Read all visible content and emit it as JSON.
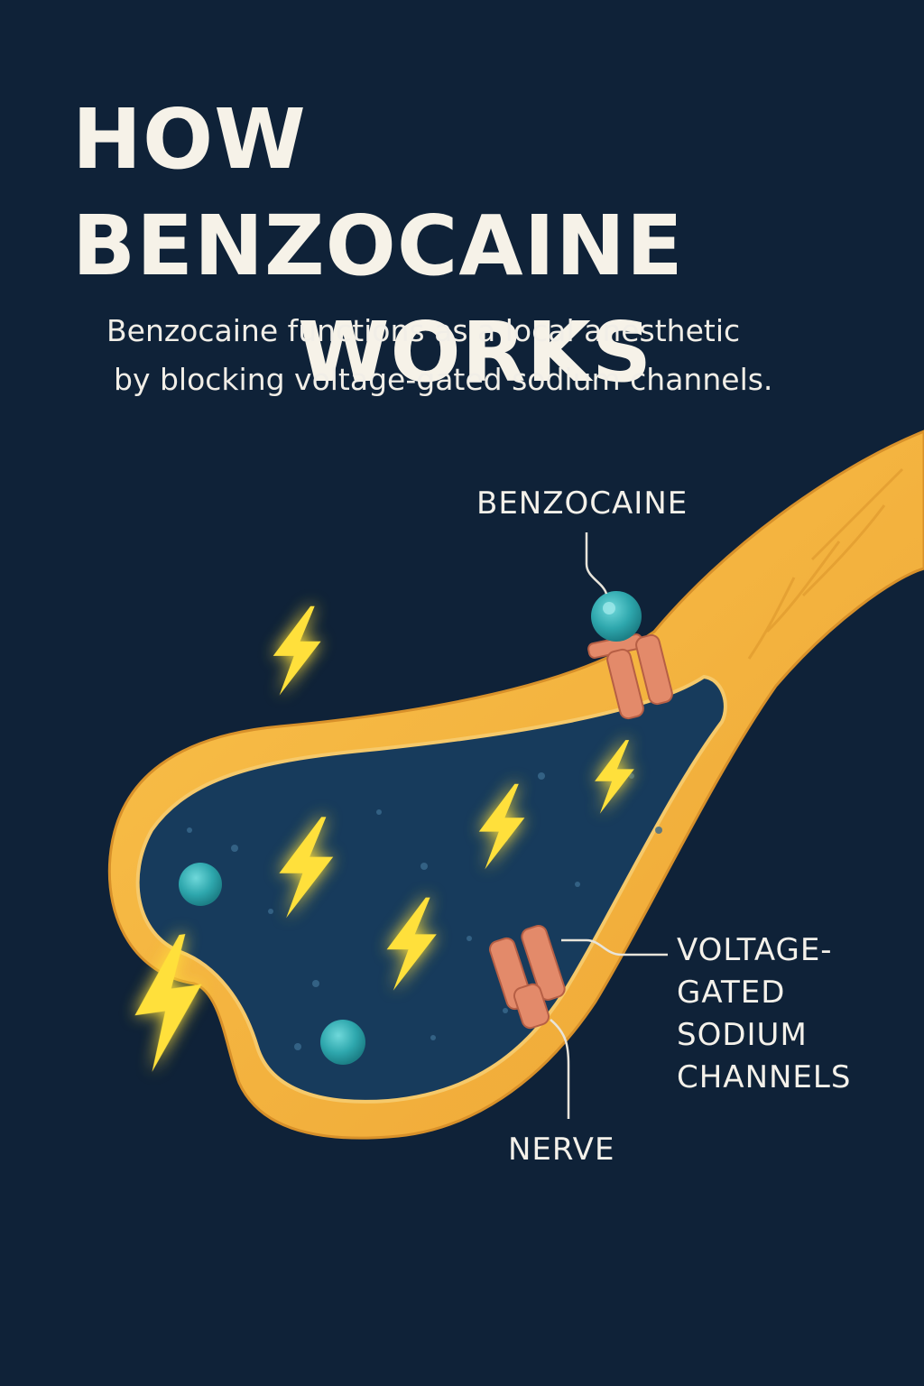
{
  "header": {
    "title_line1": "HOW BENZOCAINE",
    "title_line2": "WORKS",
    "subtitle_line1": "Benzocaine functions as a local anesthetic",
    "subtitle_line2": "by blocking voltage-gated sodium channels."
  },
  "labels": {
    "benzocaine": "BENZOCAINE",
    "nerve": "NERVE",
    "channels_line1": "VOLTAGE-",
    "channels_line2": "GATED",
    "channels_line3": "SODIUM",
    "channels_line4": "CHANNELS"
  },
  "colors": {
    "background": "#0f2238",
    "nerve_membrane": "#f5b53a",
    "nerve_interior": "#173b5c",
    "sodium_channel": "#e38a6a",
    "benzocaine_molecule": "#2ea7ad",
    "impulse": "#ffe03a"
  }
}
